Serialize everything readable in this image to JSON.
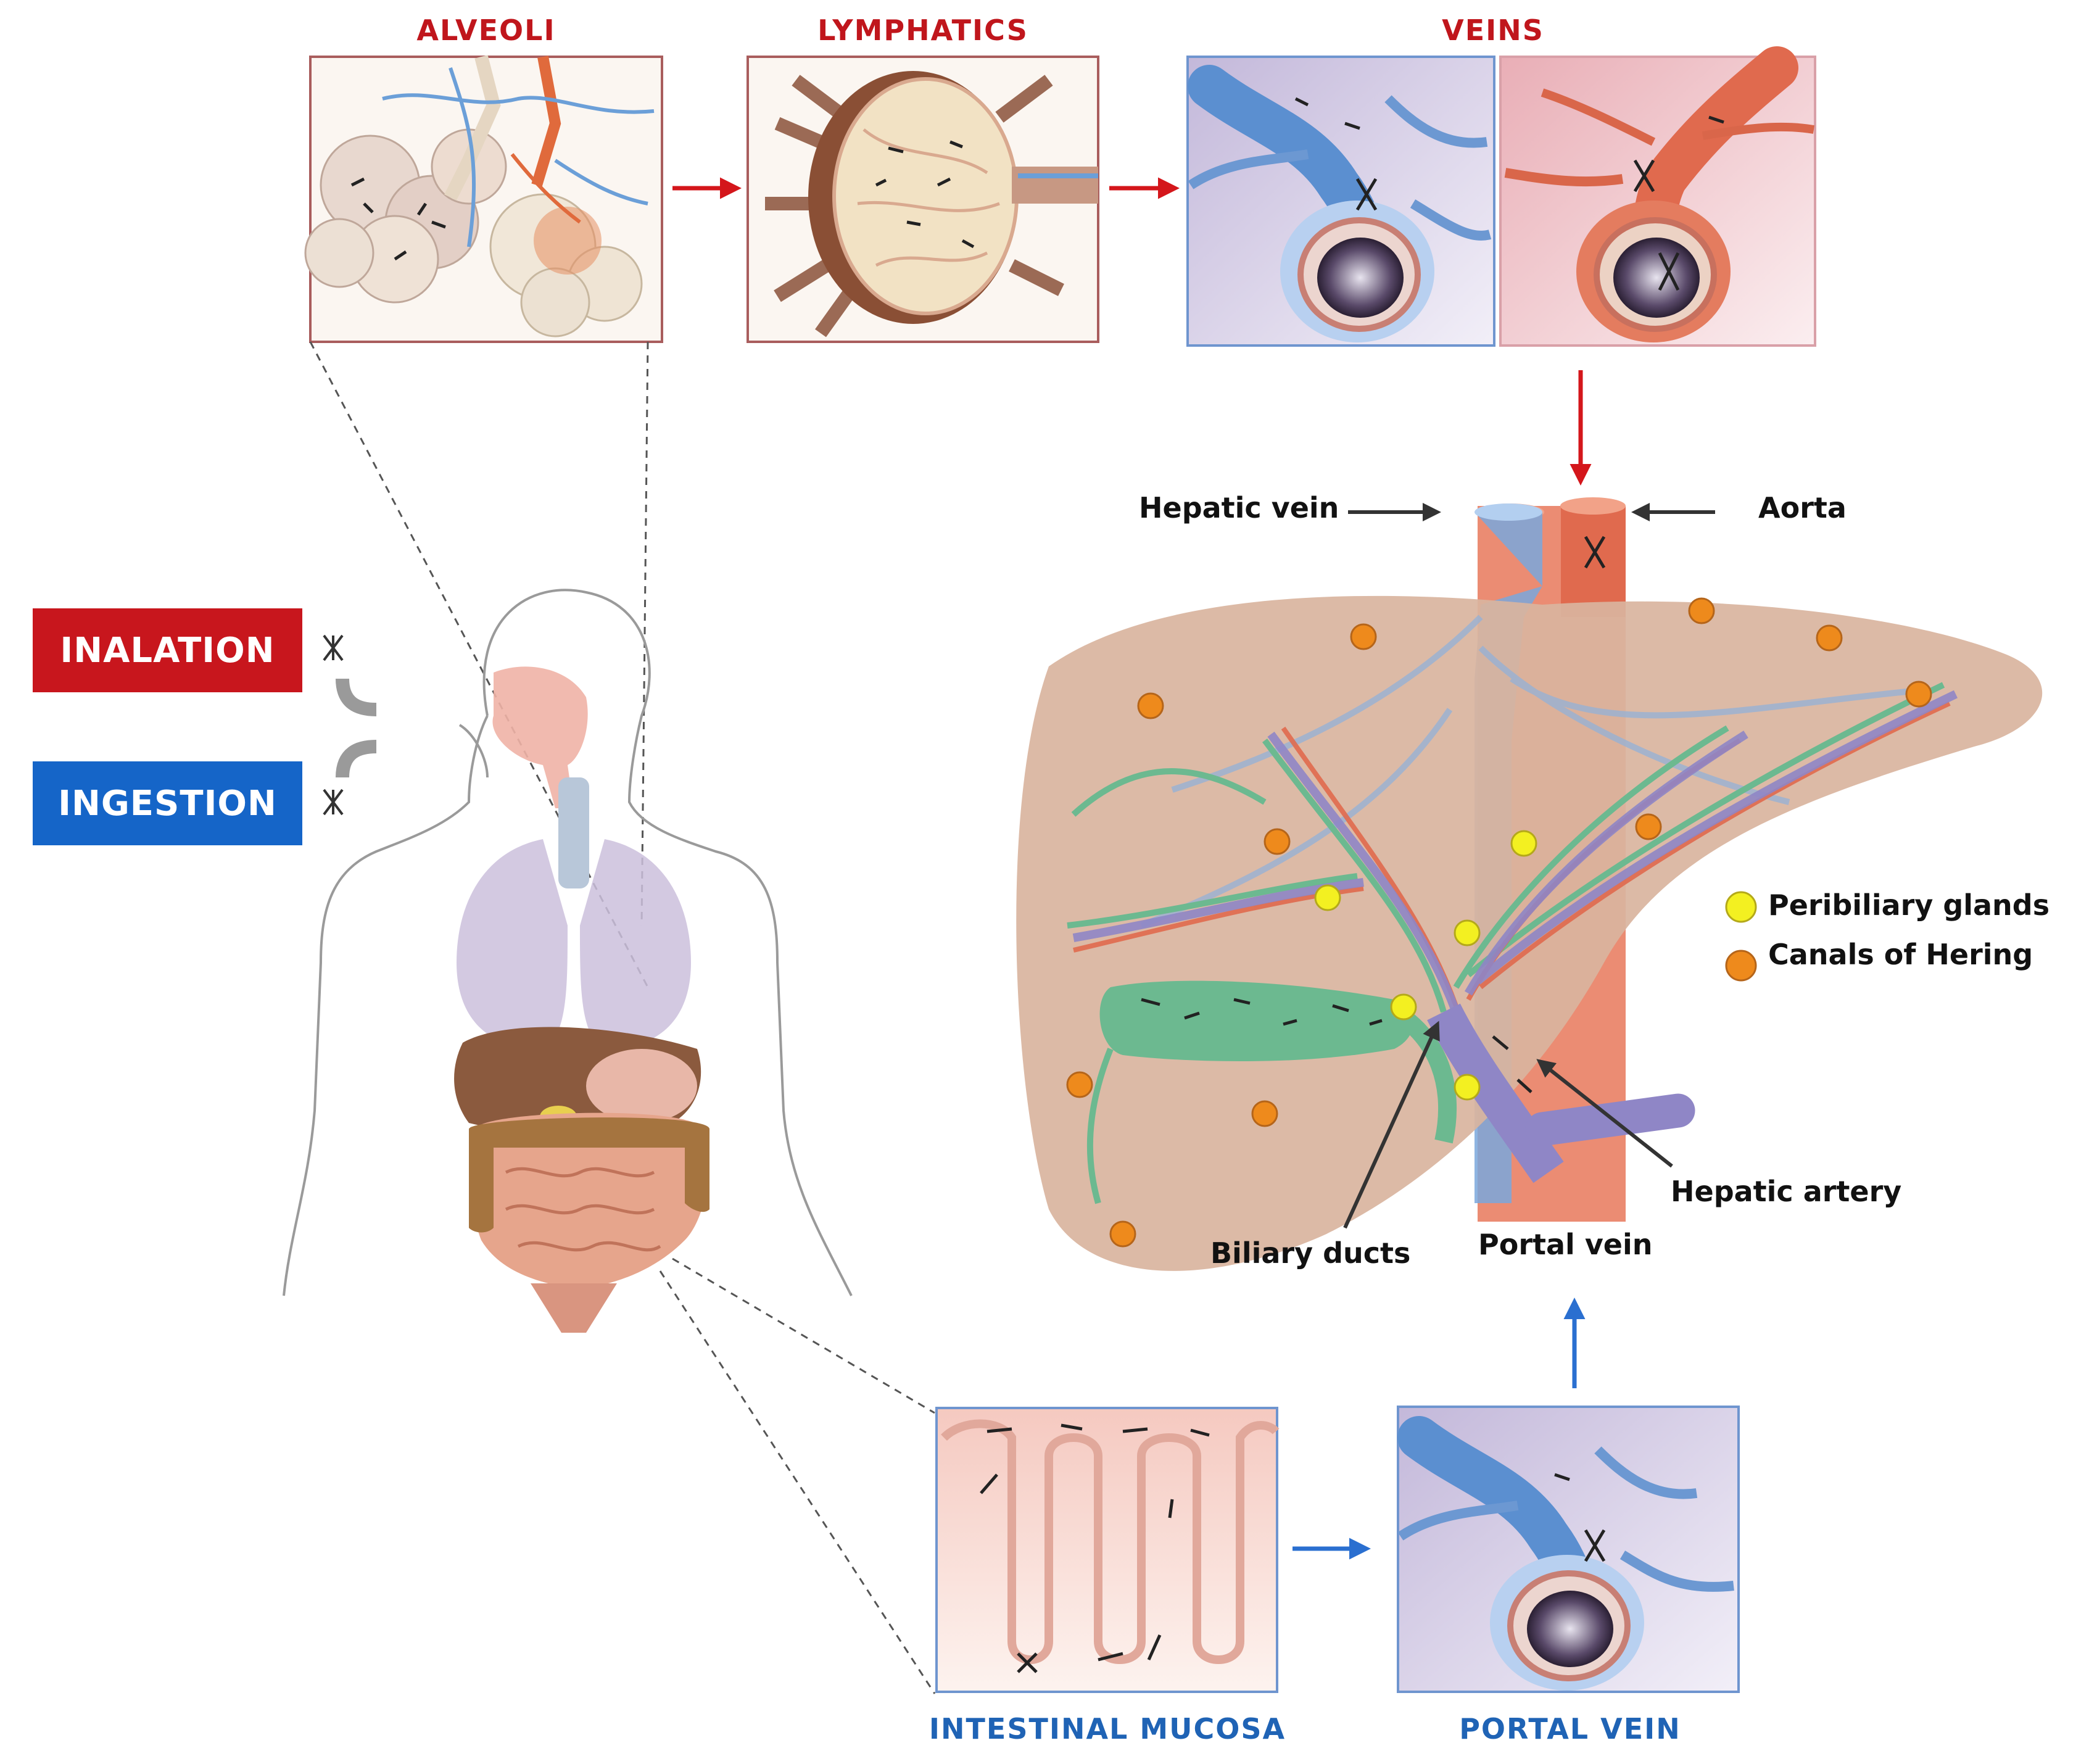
{
  "top_panels": {
    "alveoli": "ALVEOLI",
    "lymphatics": "LYMPHATICS",
    "veins": "VEINS"
  },
  "bottom_panels": {
    "intestinal_mucosa": "INTESTINAL MUCOSA",
    "portal_vein": "PORTAL VEIN"
  },
  "routes": {
    "inhalation": "INALATION",
    "ingestion": "INGESTION"
  },
  "liver_labels": {
    "hepatic_vein": "Hepatic vein",
    "aorta": "Aorta",
    "biliary_ducts": "Biliary ducts",
    "portal_vein": "Portal vein",
    "hepatic_artery": "Hepatic artery"
  },
  "legend": {
    "items": [
      {
        "label": "Peribiliary glands",
        "color": "#f3f021"
      },
      {
        "label": "Canals of Hering",
        "color": "#ee8a1c"
      }
    ]
  },
  "colors": {
    "title_red": "#c0161c",
    "title_blue": "#1f63b5",
    "inhalation_box": "#c8161d",
    "ingestion_box": "#1565c8",
    "vein_blue": "#7aa7dc",
    "artery_red": "#e06a4e",
    "liver": "#d9b49e",
    "bile_green": "#6cb990",
    "portal_purple": "#8f86c6"
  }
}
